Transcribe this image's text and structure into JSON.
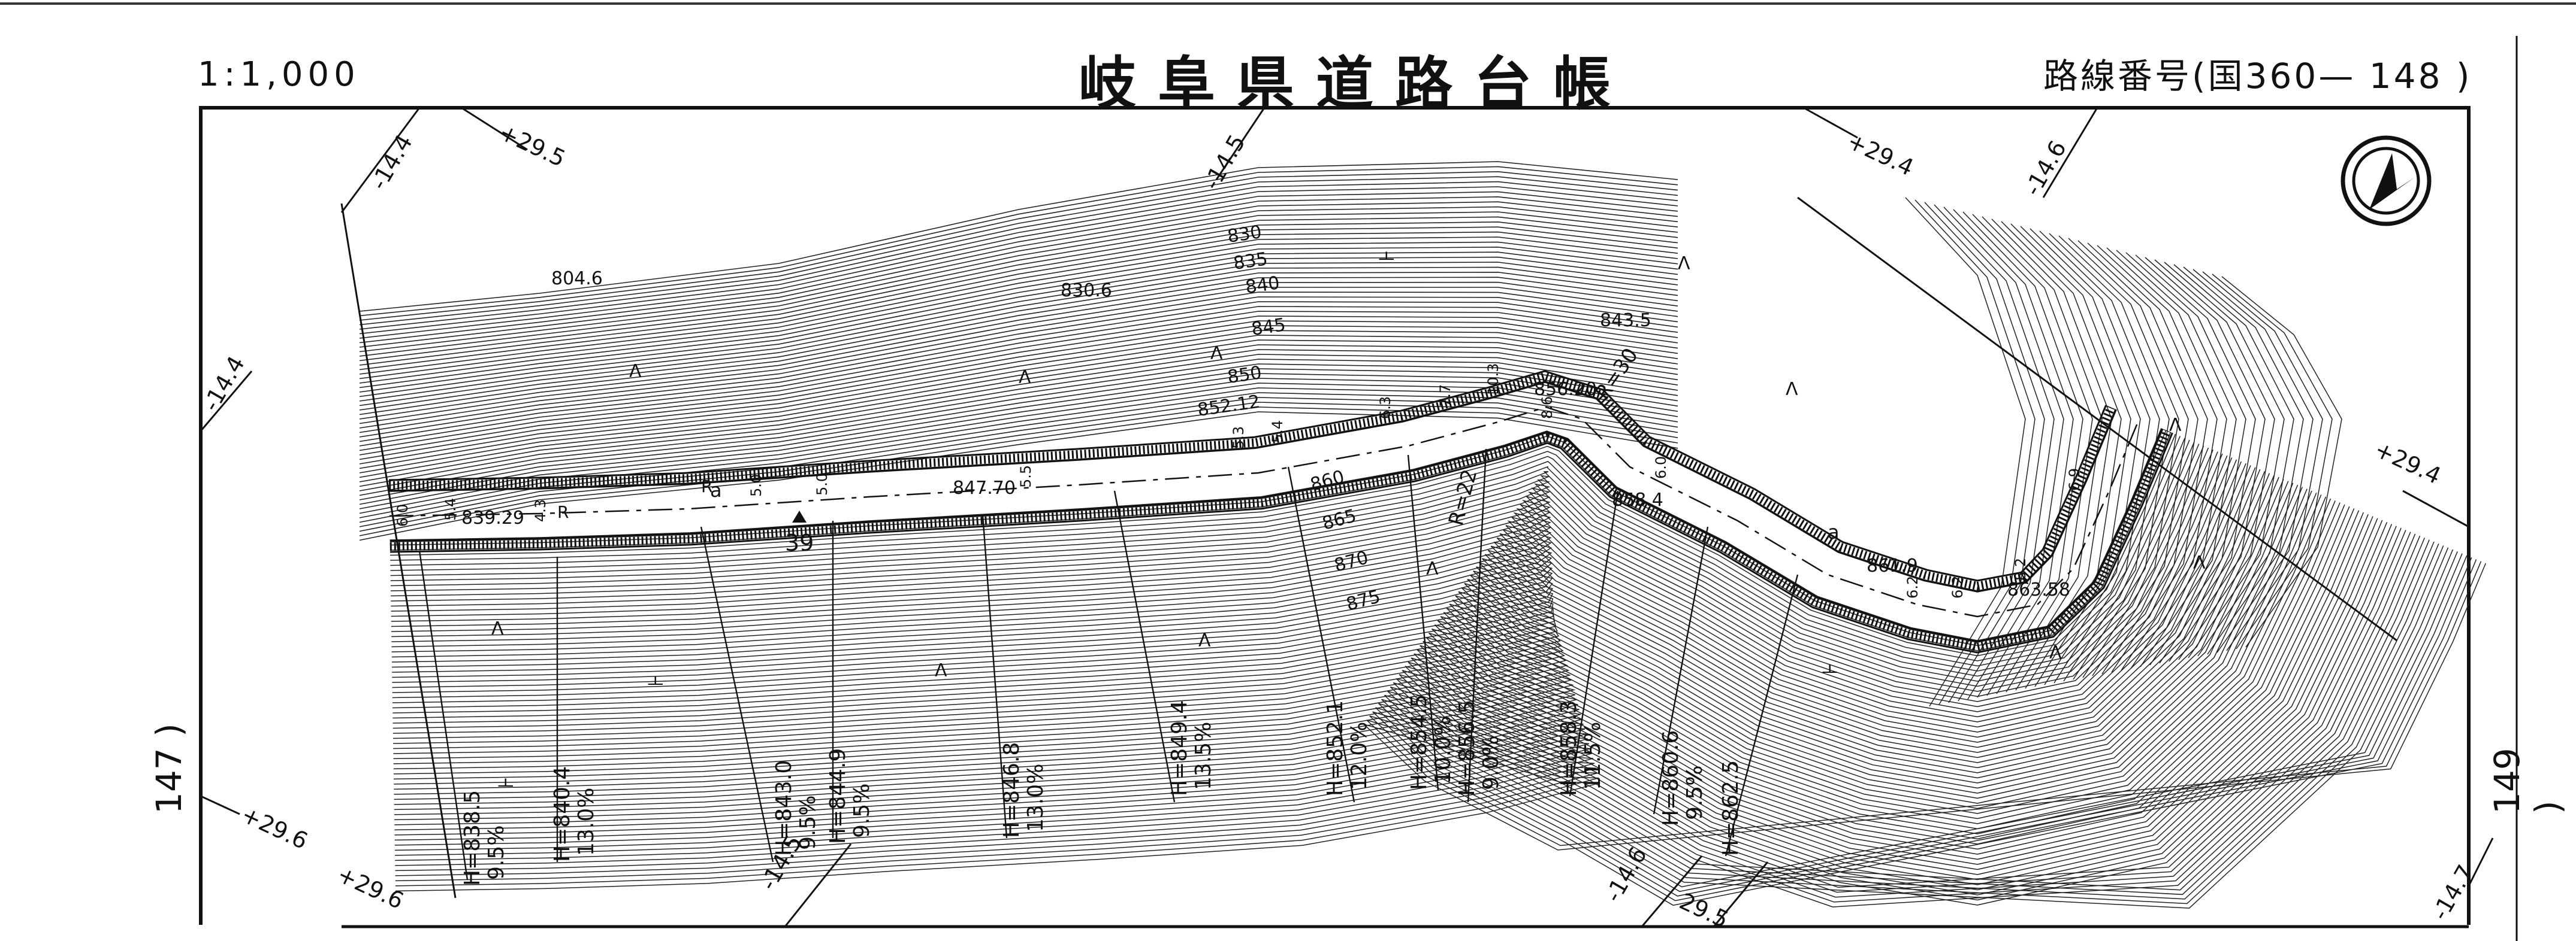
{
  "header": {
    "scale": "1:1,000",
    "title": "岐阜県道路台帳",
    "route_label": "路線番号(国360— 148 )"
  },
  "margin": {
    "left_sheet_ref": "147 )",
    "right_sheet_ref": "149 )"
  },
  "grid_labels": [
    "-14.4",
    "+29.5",
    "-14.5",
    "+29.4",
    "-14.6",
    "-14.4",
    "+29.4",
    "+29.6",
    "+29.6",
    "-14.5",
    "-14.6",
    "29.5",
    "-14.7"
  ],
  "contour_labels": [
    "804.6",
    "830.6",
    "830",
    "835",
    "840",
    "845",
    "850",
    "852.12",
    "856.20",
    "843.5",
    "847.70",
    "839.29",
    "858.4",
    "861.9",
    "863.58",
    "860",
    "865",
    "870",
    "875"
  ],
  "curve_labels": [
    "R=30",
    "R=22"
  ],
  "road_marks": {
    "symbol_a": "a",
    "symbol_r": "R",
    "benchmark": "39",
    "widths": [
      "6.0",
      "5.4",
      "4.3",
      "5.0",
      "5.0",
      "5.5",
      "5.3",
      "5.4",
      "6.3",
      "7.7",
      "10.3",
      "8.6",
      "6.0",
      "6.2",
      "6.2",
      "8.2",
      "6.9"
    ]
  },
  "vegetation_symbols": {
    "grass": "ᐱ",
    "orchard": "ㅗ"
  },
  "grade_notes": [
    {
      "h": "H=838.5",
      "g": "9.5%"
    },
    {
      "h": "H=840.4",
      "g": "13.0%"
    },
    {
      "h": "H=843.0",
      "g": "9.5%"
    },
    {
      "h": "H=844.9",
      "g": "9.5%"
    },
    {
      "h": "H=846.8",
      "g": "13.0%"
    },
    {
      "h": "H=849.4",
      "g": "13.5%"
    },
    {
      "h": "H=852.1",
      "g": "12.0%"
    },
    {
      "h": "H=854.5",
      "g": "10.0%"
    },
    {
      "h": "H=856.5",
      "g": "9.0%"
    },
    {
      "h": "H=858.3",
      "g": "11.5%"
    },
    {
      "h": "H=860.6",
      "g": "9.5%"
    },
    {
      "h": "H=862.5",
      "g": ""
    }
  ]
}
